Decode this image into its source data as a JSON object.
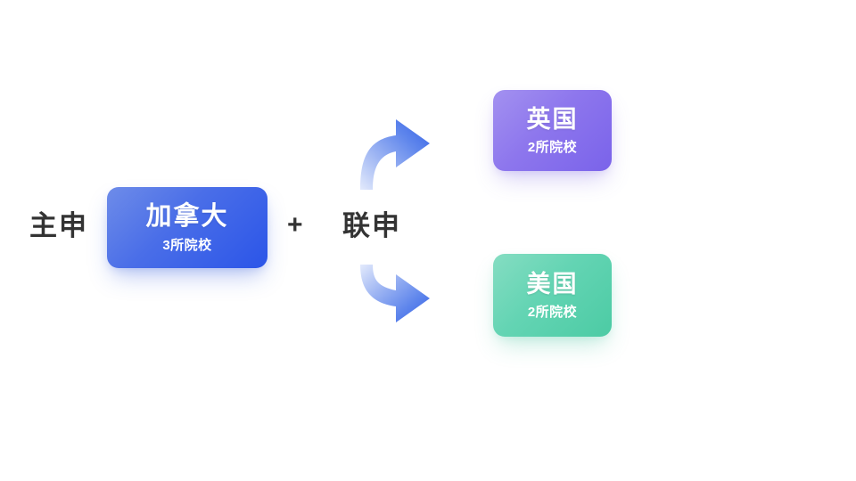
{
  "background_color": "#ffffff",
  "labels": {
    "primary": "主申",
    "joint": "联申",
    "plus": "+",
    "text_color": "#333333"
  },
  "cards": [
    {
      "key": "canada",
      "title": "加拿大",
      "subtitle": "3所院校",
      "count": 3,
      "unit": "所院校",
      "role": "primary",
      "gradient_from": "#6e8ce9",
      "gradient_to": "#2b55e8",
      "text_color": "#ffffff"
    },
    {
      "key": "uk",
      "title": "英国",
      "subtitle": "2所院校",
      "count": 2,
      "unit": "所院校",
      "role": "joint",
      "gradient_from": "#a391f0",
      "gradient_to": "#7a63ea",
      "text_color": "#ffffff"
    },
    {
      "key": "us",
      "title": "美国",
      "subtitle": "2所院校",
      "count": 2,
      "unit": "所院校",
      "role": "joint",
      "gradient_from": "#85ddc2",
      "gradient_to": "#4ccba4",
      "text_color": "#ffffff"
    }
  ],
  "arrows": {
    "color_start": "#dbe4fb",
    "color_end": "#3b6ae8",
    "up_label": "arrow-to-uk",
    "down_label": "arrow-to-us"
  }
}
